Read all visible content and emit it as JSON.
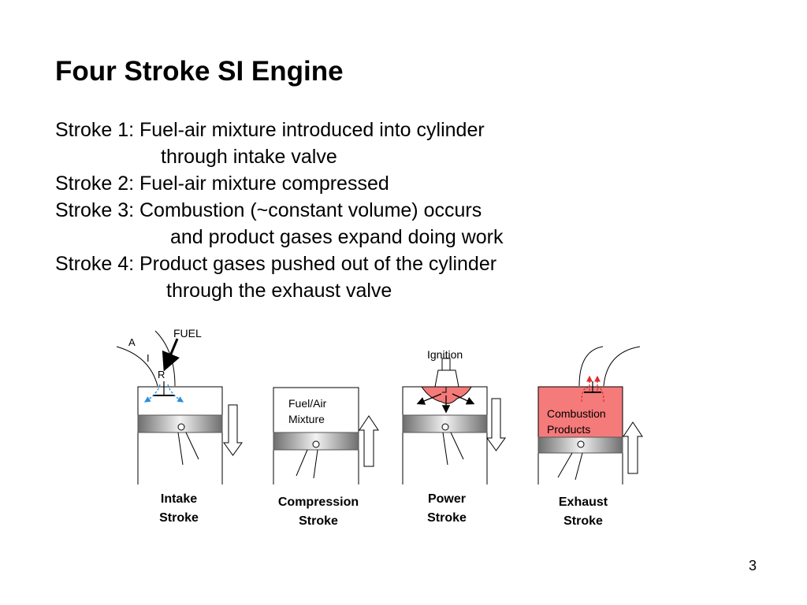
{
  "slide": {
    "title": "Four Stroke SI Engine",
    "lines": [
      "Stroke 1:   Fuel-air mixture introduced into cylinder",
      "through intake valve",
      "Stroke 2:   Fuel-air mixture compressed",
      "Stroke 3:   Combustion (~constant volume) occurs",
      "and product gases expand doing work",
      "Stroke 4:    Product gases pushed out of the cylinder",
      "through the exhaust valve"
    ],
    "slide_number": "3"
  },
  "diagram": {
    "intake": {
      "air_letters": [
        "A",
        "I",
        "R"
      ],
      "fuel_label": "FUEL",
      "caption": [
        "Intake",
        "Stroke"
      ]
    },
    "compression": {
      "mixture_label": [
        "Fuel/Air",
        "Mixture"
      ],
      "caption": [
        "Compression",
        "Stroke"
      ]
    },
    "power": {
      "ignition_label": "Ignition",
      "caption": [
        "Power",
        "Stroke"
      ]
    },
    "exhaust": {
      "products_label": [
        "Combustion",
        "Products"
      ],
      "caption": [
        "Exhaust",
        "Stroke"
      ]
    },
    "colors": {
      "combustion_fill": "#f57a7a",
      "intake_flow": "#2a8fe0",
      "exhaust_flow": "#e02a2a",
      "piston_gradient": [
        "#6e6e6e",
        "#f2f2f2",
        "#6e6e6e"
      ]
    }
  }
}
